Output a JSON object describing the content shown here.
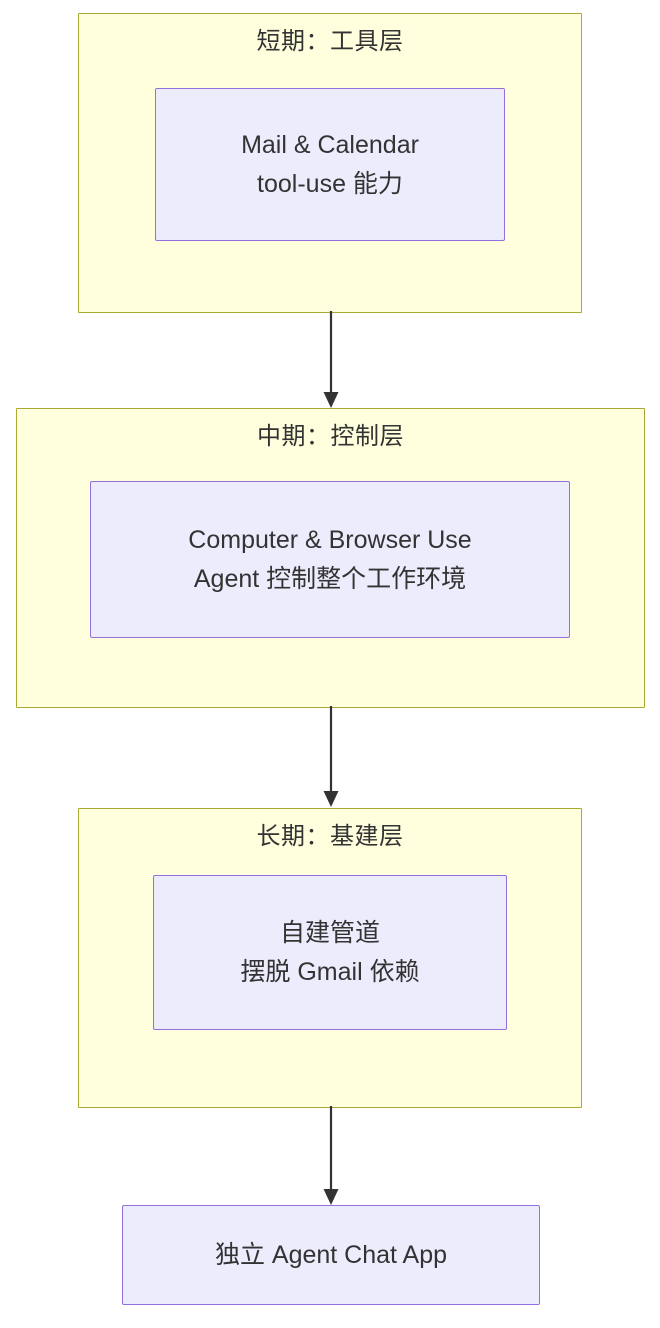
{
  "diagram": {
    "type": "flowchart",
    "direction": "top-to-bottom",
    "colors": {
      "cluster_fill": "#ffffde",
      "cluster_stroke": "#aaaa33",
      "node_fill": "#ececfd",
      "node_stroke": "#9370db",
      "edge_stroke": "#333333",
      "text": "#333333",
      "background": "#ffffff"
    },
    "clusters": [
      {
        "id": "short-term",
        "title": "短期：工具层",
        "node": {
          "id": "mail-calendar",
          "lines": [
            "Mail & Calendar",
            "tool-use 能力"
          ]
        }
      },
      {
        "id": "mid-term",
        "title": "中期：控制层",
        "node": {
          "id": "computer-browser-use",
          "lines": [
            "Computer & Browser Use",
            "Agent 控制整个工作环境"
          ]
        }
      },
      {
        "id": "long-term",
        "title": "长期：基建层",
        "node": {
          "id": "self-built-pipeline",
          "lines": [
            "自建管道",
            "摆脱 Gmail 依赖"
          ]
        }
      }
    ],
    "terminal_node": {
      "id": "agent-chat-app",
      "lines": [
        "独立 Agent Chat App"
      ]
    },
    "edges": [
      {
        "from": "short-term",
        "to": "mid-term",
        "label": ""
      },
      {
        "from": "mid-term",
        "to": "long-term",
        "label": ""
      },
      {
        "from": "long-term",
        "to": "agent-chat-app",
        "label": ""
      }
    ]
  }
}
